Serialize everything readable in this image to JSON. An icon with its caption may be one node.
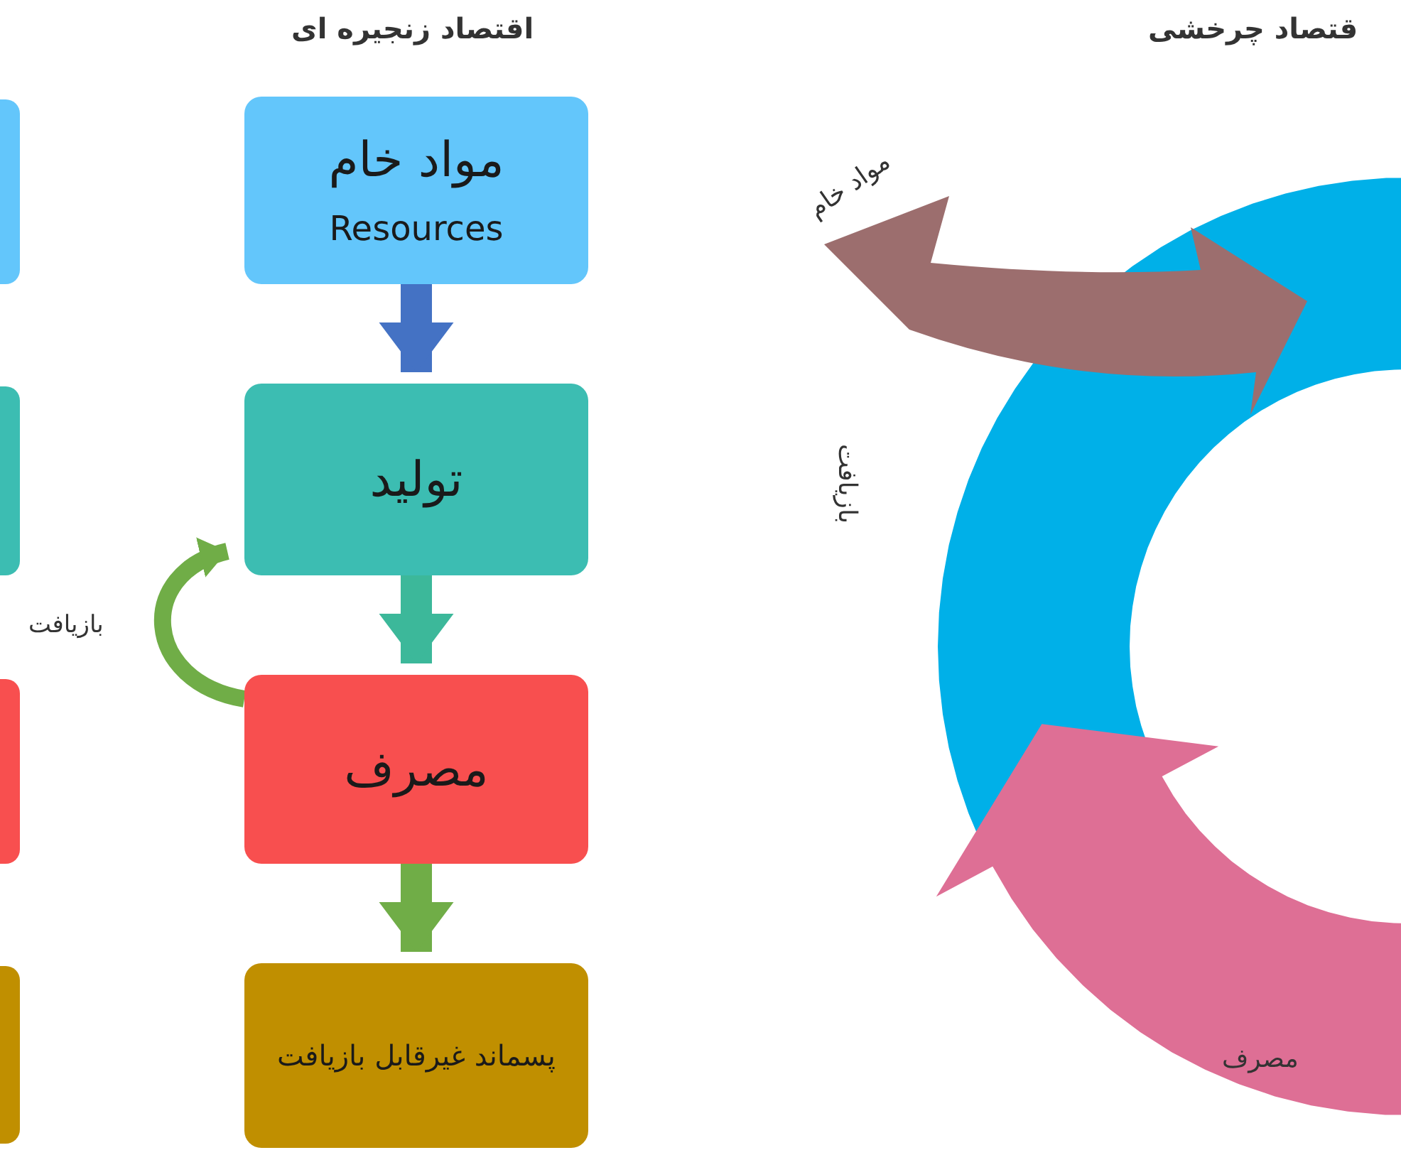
{
  "diagram": {
    "nodes": [
      {
        "text": [
          "مواد خام",
          "Resources"
        ]
      },
      {
        "text": [
          "تولید"
        ]
      },
      {
        "text": [
          "مصرف"
        ]
      },
      {
        "text": [
          "پسماند غیرقابل بازیافت"
        ]
      },
      {
        "text": [],
        "shape": "box"
      },
      {
        "text": [],
        "shape": "box"
      },
      {
        "text": [],
        "shape": "box"
      },
      {
        "text": [],
        "shape": "box"
      }
    ],
    "edges": [
      {
        "from": 0,
        "to": 1,
        "arrow": "to",
        "color": "#4472c4"
      },
      {
        "from": 1,
        "to": 2,
        "arrow": "to",
        "color": "#3cb89a"
      },
      {
        "from": 2,
        "to": 3,
        "arrow": "to",
        "color": "#70ad47"
      },
      {
        "from": 2,
        "to": 1,
        "arrow": "to",
        "label": "بازیافت",
        "color": "#70ad47"
      }
    ],
    "labels": [
      "اقتصاد زنجیره ای",
      "قتصاد چرخشی",
      "مواد خام",
      "بازیافت",
      "مصرف"
    ]
  }
}
